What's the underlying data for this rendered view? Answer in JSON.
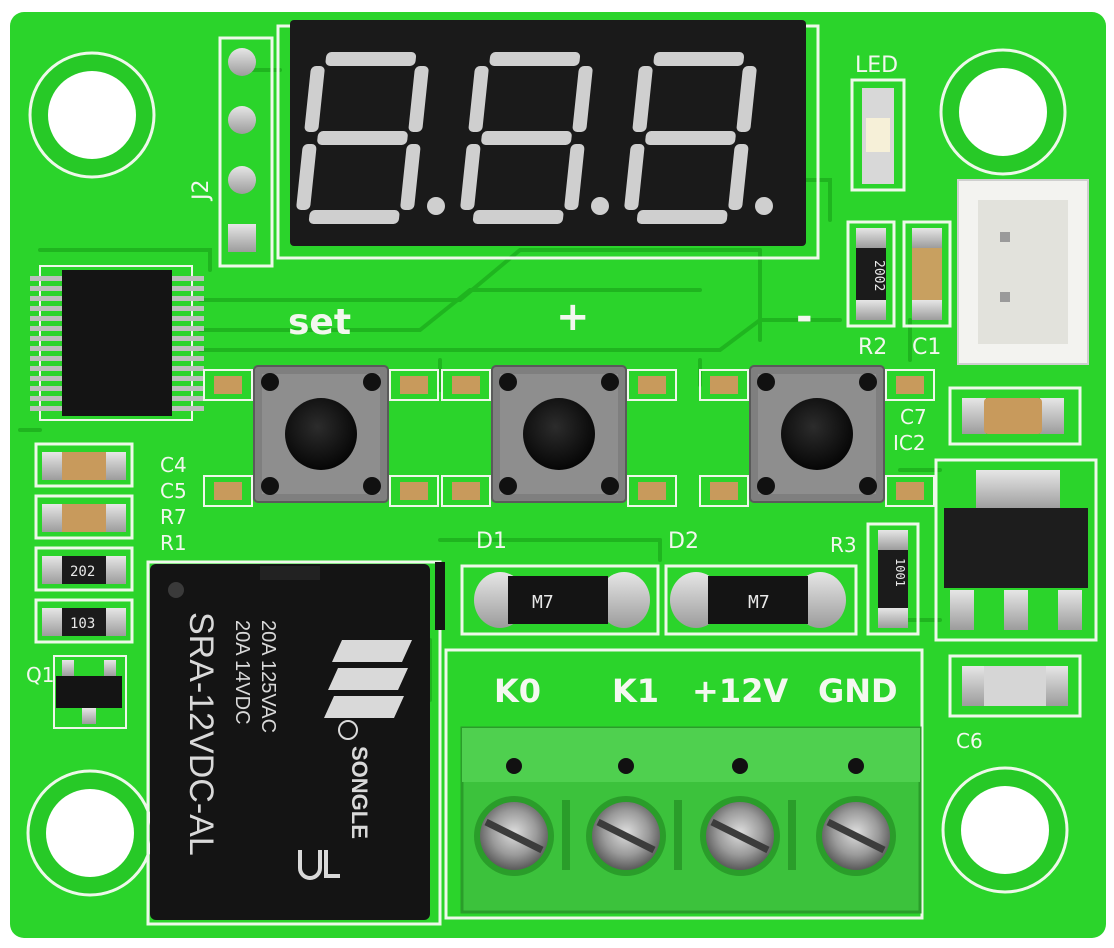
{
  "colors": {
    "pcb": "#2bd42b",
    "pcb_dark": "#1fb51f",
    "silkscreen": "#f2f7ee",
    "relay_body": "#141414",
    "terminal": "#3cc23c",
    "segment_off": "#cfcfcf",
    "display_body": "#1a1a1a"
  },
  "board": {
    "led_label": "LED",
    "header_label": "J2",
    "buttons": {
      "set": "set",
      "plus": "+",
      "minus": "-"
    },
    "component_labels": {
      "r2": "R2",
      "c1": "C1",
      "c7": "C7",
      "ic2": "IC2",
      "c4": "C4",
      "c5": "C5",
      "r7": "R7",
      "r1": "R1",
      "d1": "D1",
      "d2": "D2",
      "r3": "R3",
      "q1": "Q1",
      "c6": "C6"
    },
    "resistor_codes": {
      "r2": "2002",
      "r1": "202",
      "r7": "103",
      "r3": "1001"
    },
    "diode_marking": "M7",
    "terminal_labels": [
      "K0",
      "K1",
      "+12V",
      "GND"
    ]
  },
  "relay": {
    "model": "SRA-12VDC-AL",
    "rating_dc": "20A  14VDC",
    "rating_ac": "20A  125VAC",
    "brand": "SONGLE"
  },
  "display": {
    "digits": 3
  }
}
